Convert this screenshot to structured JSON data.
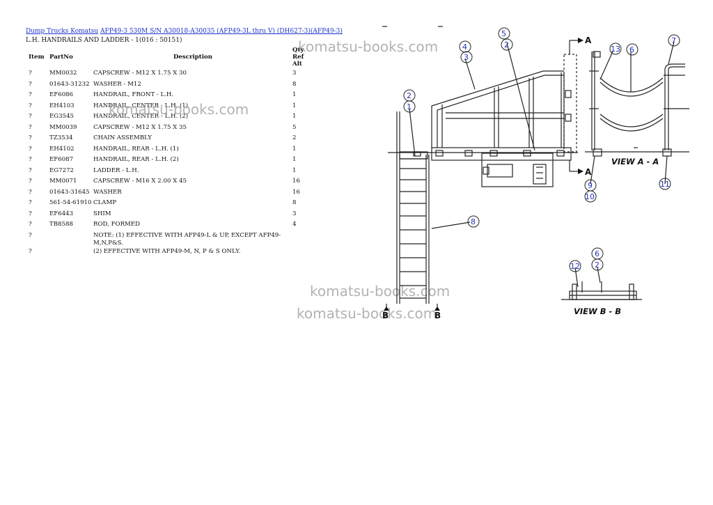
{
  "breadcrumb": {
    "link1": "Dump Trucks Komatsu",
    "link2": "AFP49-3 530M S/N A30018-A30035 (AFP49-3L thru V) (DH627-3)(AFP49-3)"
  },
  "subtitle": "L.H. HANDRAILS AND LADDER - 1(016 : 50151)",
  "table": {
    "headers": {
      "item": "Item",
      "partno": "PartNo",
      "description": "Description",
      "qty": "Qty",
      "ref": "Ref",
      "alt": "Alt"
    },
    "rows": [
      {
        "item": "?",
        "partno": "MM0032",
        "description": "CAPSCREW - M12 X 1.75 X 30",
        "qty": "3"
      },
      {
        "item": "?",
        "partno": "01643-31232",
        "description": "WASHER - M12",
        "qty": "8"
      },
      {
        "item": "?",
        "partno": "EF6086",
        "description": "HANDRAIL, FRONT - L.H.",
        "qty": "1"
      },
      {
        "item": "?",
        "partno": "EH4103",
        "description": "HANDRAIL, CENTER - L.H. (1)",
        "qty": "1"
      },
      {
        "item": "?",
        "partno": "EG3545",
        "description": "HANDRAIL, CENTER - L.H. (2)",
        "qty": "1"
      },
      {
        "item": "?",
        "partno": "MM0039",
        "description": "CAPSCREW - M12 X 1.75 X 35",
        "qty": "5"
      },
      {
        "item": "?",
        "partno": "TZ3534",
        "description": "CHAIN ASSEMBLY",
        "qty": "2"
      },
      {
        "item": "?",
        "partno": "EH4102",
        "description": "HANDRAIL, REAR - L.H. (1)",
        "qty": "1"
      },
      {
        "item": "?",
        "partno": "EF6087",
        "description": "HANDRAIL, REAR - L.H. (2)",
        "qty": "1"
      },
      {
        "item": "?",
        "partno": "EG7272",
        "description": "LADDER - L.H.",
        "qty": "1"
      },
      {
        "item": "?",
        "partno": "MM0071",
        "description": "CAPSCREW - M16 X 2.00 X 45",
        "qty": "16"
      },
      {
        "item": "?",
        "partno": "01643-31645",
        "description": "WASHER",
        "qty": "16"
      },
      {
        "item": "?",
        "partno": "561-54-61910",
        "description": "CLAMP",
        "qty": "8"
      },
      {
        "item": "?",
        "partno": "EF6443",
        "description": "SHIM",
        "qty": "3"
      },
      {
        "item": "?",
        "partno": "TB8588",
        "description": "ROD, FORMED",
        "qty": "4"
      },
      {
        "item": "?",
        "partno": "",
        "description": "NOTE: (1) EFFECTIVE WITH AFP49-L & UP, EXCEPT AFP49-M,N,P&S.",
        "qty": ""
      },
      {
        "item": "?",
        "partno": "",
        "description": "(2) EFFECTIVE WITH AFP49-M, N, P & S ONLY.",
        "qty": ""
      }
    ]
  },
  "watermark": "komatsu-books.com",
  "diagram": {
    "view_a_label": "VIEW A - A",
    "view_b_label": "VIEW B - B",
    "section_a": "A",
    "section_b": "B",
    "callouts": [
      "1",
      "2",
      "3",
      "4",
      "5",
      "6",
      "7",
      "8",
      "9",
      "10",
      "11",
      "12",
      "13"
    ]
  }
}
